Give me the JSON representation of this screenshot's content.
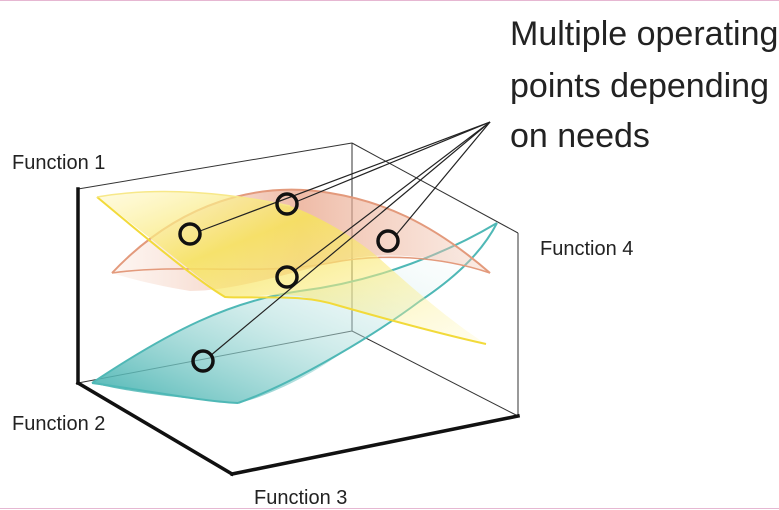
{
  "callout": {
    "line1": "Multiple operating",
    "line2": "points depending",
    "line3": "on needs"
  },
  "axes": {
    "function1": "Function 1",
    "function2": "Function 2",
    "function3": "Function 3",
    "function4": "Function 4"
  },
  "colors": {
    "yellow_surface": "#f2e24a",
    "orange_surface": "#e8a184",
    "teal_surface": "#4fb8b6",
    "axis": "#111111",
    "box_line": "#333333"
  }
}
